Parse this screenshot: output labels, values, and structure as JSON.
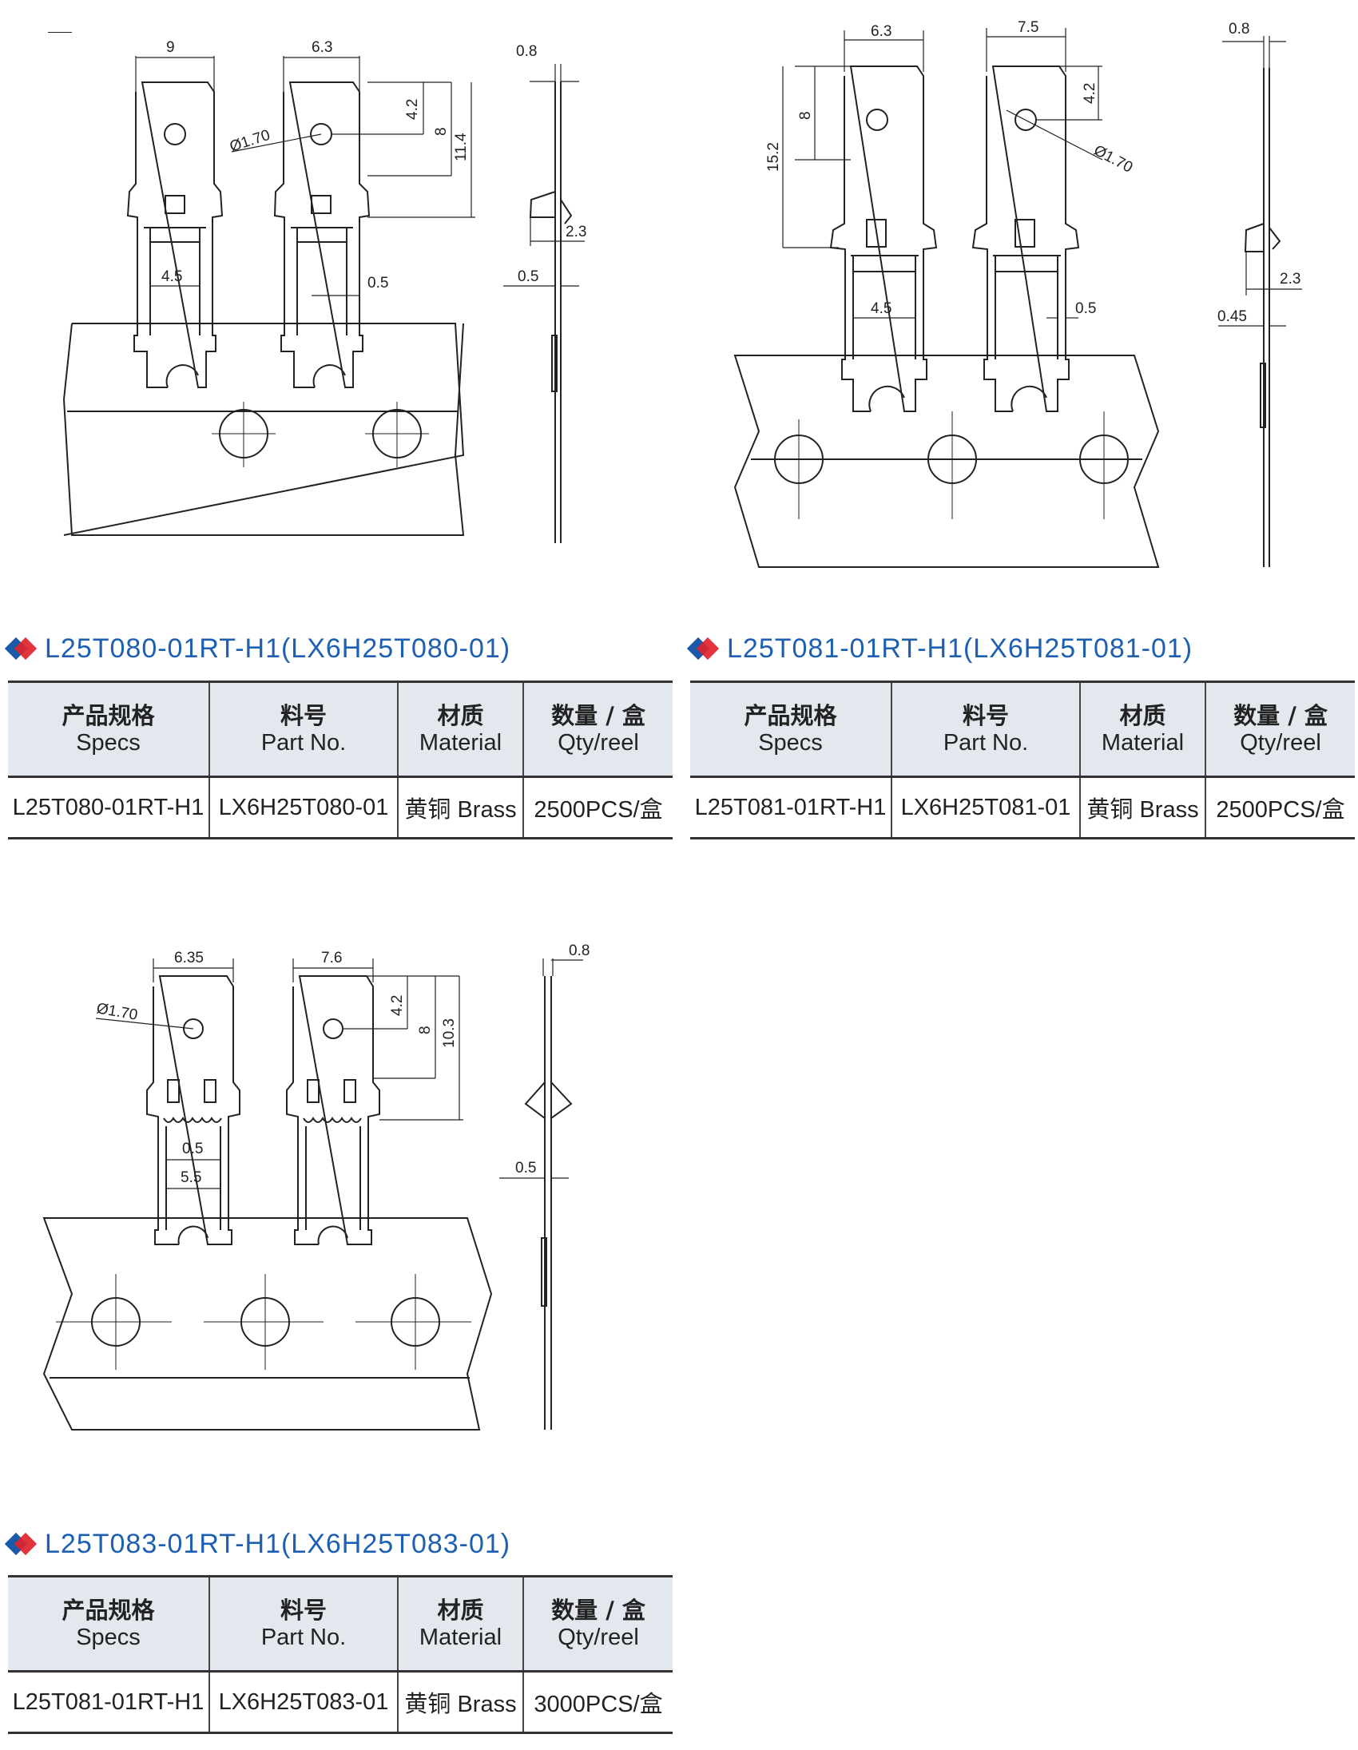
{
  "sections": [
    {
      "title": "L25T080-01RT-H1(LX6H25T080-01)",
      "headers": [
        {
          "zh": "产品规格",
          "en": "Specs"
        },
        {
          "zh": "料号",
          "en": "Part No."
        },
        {
          "zh": "材质",
          "en": "Material"
        },
        {
          "zh": "数量 / 盒",
          "en": "Qty/reel"
        }
      ],
      "row": [
        "L25T080-01RT-H1",
        "LX6H25T080-01",
        "黄铜 Brass",
        "2500PCS/盒"
      ]
    },
    {
      "title": "L25T081-01RT-H1(LX6H25T081-01)",
      "headers": [
        {
          "zh": "产品规格",
          "en": "Specs"
        },
        {
          "zh": "料号",
          "en": "Part No."
        },
        {
          "zh": "材质",
          "en": "Material"
        },
        {
          "zh": "数量 / 盒",
          "en": "Qty/reel"
        }
      ],
      "row": [
        "L25T081-01RT-H1",
        "LX6H25T081-01",
        "黄铜 Brass",
        "2500PCS/盒"
      ]
    },
    {
      "title": "L25T083-01RT-H1(LX6H25T083-01)",
      "headers": [
        {
          "zh": "产品规格",
          "en": "Specs"
        },
        {
          "zh": "料号",
          "en": "Part No."
        },
        {
          "zh": "材质",
          "en": "Material"
        },
        {
          "zh": "数量 / 盒",
          "en": "Qty/reel"
        }
      ],
      "row": [
        "L25T081-01RT-H1",
        "LX6H25T083-01",
        "黄铜 Brass",
        "3000PCS/盒"
      ]
    }
  ],
  "drawings": [
    {
      "dimensions": {
        "width_a": "9",
        "width_b": "6.3",
        "thickness": "0.8",
        "hole_dia": "Ø1.70",
        "d_top": "4.2",
        "d_mid": "8",
        "d_total": "11.4",
        "side_offset": "2.3",
        "slot": "4.5",
        "gap": "0.5",
        "side_gap": "0.5"
      }
    },
    {
      "dimensions": {
        "width_a": "6.3",
        "width_b": "7.5",
        "thickness": "0.8",
        "hole_dia": "Ø1.70",
        "d_top": "4.2",
        "d_mid": "8",
        "d_total": "15.2",
        "side_offset": "2.3",
        "slot": "4.5",
        "gap": "0.5",
        "side_gap": "0.45"
      }
    },
    {
      "dimensions": {
        "width_a": "6.35",
        "width_b": "7.6",
        "thickness": "0.8",
        "hole_dia": "Ø1.70",
        "d_top": "4.2",
        "d_mid": "8",
        "d_total": "10.3",
        "gap": "0.5",
        "slot": "5.5",
        "side_gap": "0.5"
      }
    }
  ]
}
